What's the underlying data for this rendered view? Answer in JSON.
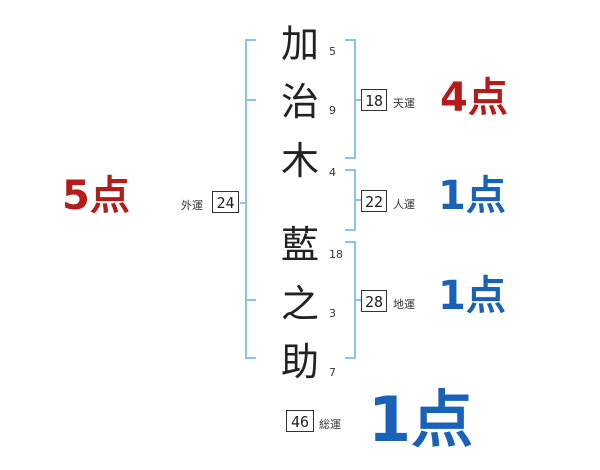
{
  "name_chars": [
    {
      "char": "加",
      "strokes": "5"
    },
    {
      "char": "治",
      "strokes": "9"
    },
    {
      "char": "木",
      "strokes": "4"
    },
    {
      "char": "藍",
      "strokes": "18"
    },
    {
      "char": "之",
      "strokes": "3"
    },
    {
      "char": "助",
      "strokes": "7"
    }
  ],
  "fortunes": {
    "ten": {
      "label": "天運",
      "value": "18",
      "score": "4点"
    },
    "jin": {
      "label": "人運",
      "value": "22",
      "score": "1点"
    },
    "chi": {
      "label": "地運",
      "value": "28",
      "score": "1点"
    },
    "gai": {
      "label": "外運",
      "value": "24",
      "score": "5点"
    },
    "total": {
      "label": "総運",
      "value": "46",
      "score": "1点"
    }
  },
  "colors": {
    "bracket": "#8fc3e6",
    "good": "#b51b1b",
    "neutral": "#1a62b8"
  }
}
